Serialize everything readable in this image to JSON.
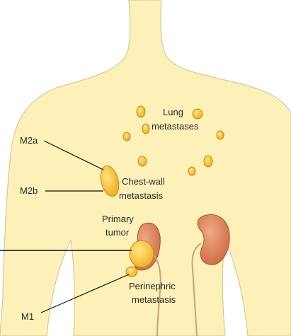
{
  "labels": {
    "m2a": "M2a",
    "m2b": "M2b",
    "m1": "M1",
    "lung_line1": "Lung",
    "lung_line2": "metastases",
    "chest_line1": "Chest-wall",
    "chest_line2": "metastasis",
    "primary_line1": "Primary",
    "primary_line2": "tumor",
    "peri_line1": "Perinephric",
    "peri_line2": "metastasis"
  },
  "colors": {
    "background": "#ffffff",
    "skin": "#fdf0b8",
    "skin_outline": "#d9c98e",
    "nodule": "#f2b92a",
    "nodule_outline": "#c98a12",
    "kidney": "#d98560",
    "kidney_outline": "#a5542f",
    "ureter": "#c9a27a",
    "leader_line": "#111111",
    "text": "#2b2b2b"
  }
}
